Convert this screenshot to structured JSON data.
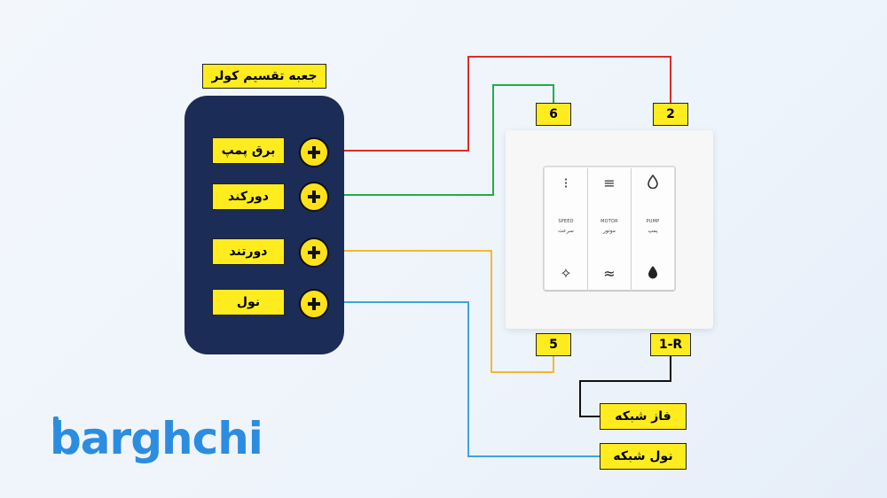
{
  "cooler_box": {
    "title": "جعبه تقسیم کولر",
    "terminals": [
      {
        "label": "برق پمپ",
        "wire_color": "#e02b2b"
      },
      {
        "label": "دورکند",
        "wire_color": "#1fae48"
      },
      {
        "label": "دورتند",
        "wire_color": "#f5b731"
      },
      {
        "label": "نول",
        "wire_color": "#3aa6dd"
      }
    ]
  },
  "switch_terminals": {
    "top_left": "6",
    "top_right": "2",
    "bottom_left": "5",
    "bottom_right": "1-R"
  },
  "switch_keys": [
    {
      "en": "SPEED",
      "fa": "سرعت",
      "top_icon": "speed-icon",
      "bottom_icon": "fan-icon"
    },
    {
      "en": "MOTOR",
      "fa": "موتور",
      "top_icon": "menu-lines-icon",
      "bottom_icon": "wave-icon"
    },
    {
      "en": "PUMP",
      "fa": "پمپ",
      "top_icon": "drop-outline-icon",
      "bottom_icon": "drop-filled-icon"
    }
  ],
  "network": {
    "phase_label": "فاز شبکه",
    "neutral_label": "نول شبکه",
    "phase_wire_color": "#111111",
    "neutral_wire_color": "#3aa6dd"
  },
  "logo": {
    "text": "barghchi",
    "color": "#2c8de0"
  }
}
